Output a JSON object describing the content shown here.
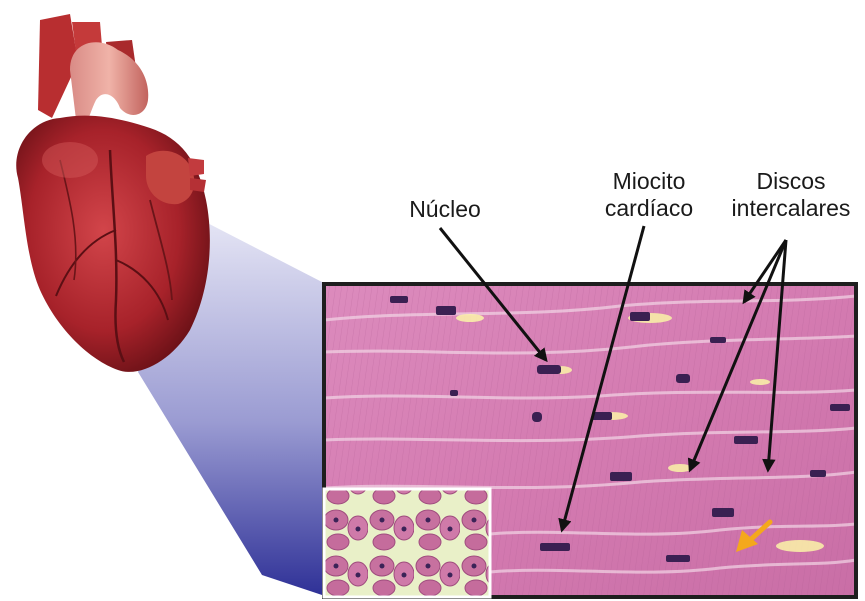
{
  "labels": {
    "nucleus": "Núcleo",
    "myocyte_line1": "Miocito",
    "myocyte_line2": "cardíaco",
    "discs_line1": "Discos",
    "discs_line2": "intercalares"
  },
  "colors": {
    "tissue": "#d77fb4",
    "heart": "#b3262a",
    "frame": "#1e1e1e",
    "cone": "#3c3fa0",
    "marker_arrow": "#f4a81c"
  }
}
